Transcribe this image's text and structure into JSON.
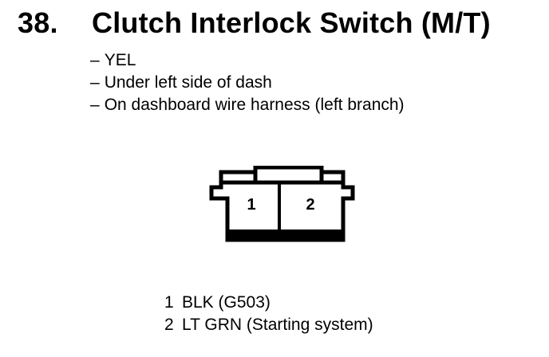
{
  "component": {
    "number": "38.",
    "title": "Clutch Interlock Switch (M/T)"
  },
  "details": [
    "YEL",
    "Under left side of dash",
    "On dashboard wire harness (left branch)"
  ],
  "details_prefix": "–",
  "connector": {
    "cavities": [
      "1",
      "2"
    ]
  },
  "pins": [
    {
      "number": "1",
      "wire": "BLK (G503)"
    },
    {
      "number": "2",
      "wire": "LT GRN (Starting system)"
    }
  ]
}
